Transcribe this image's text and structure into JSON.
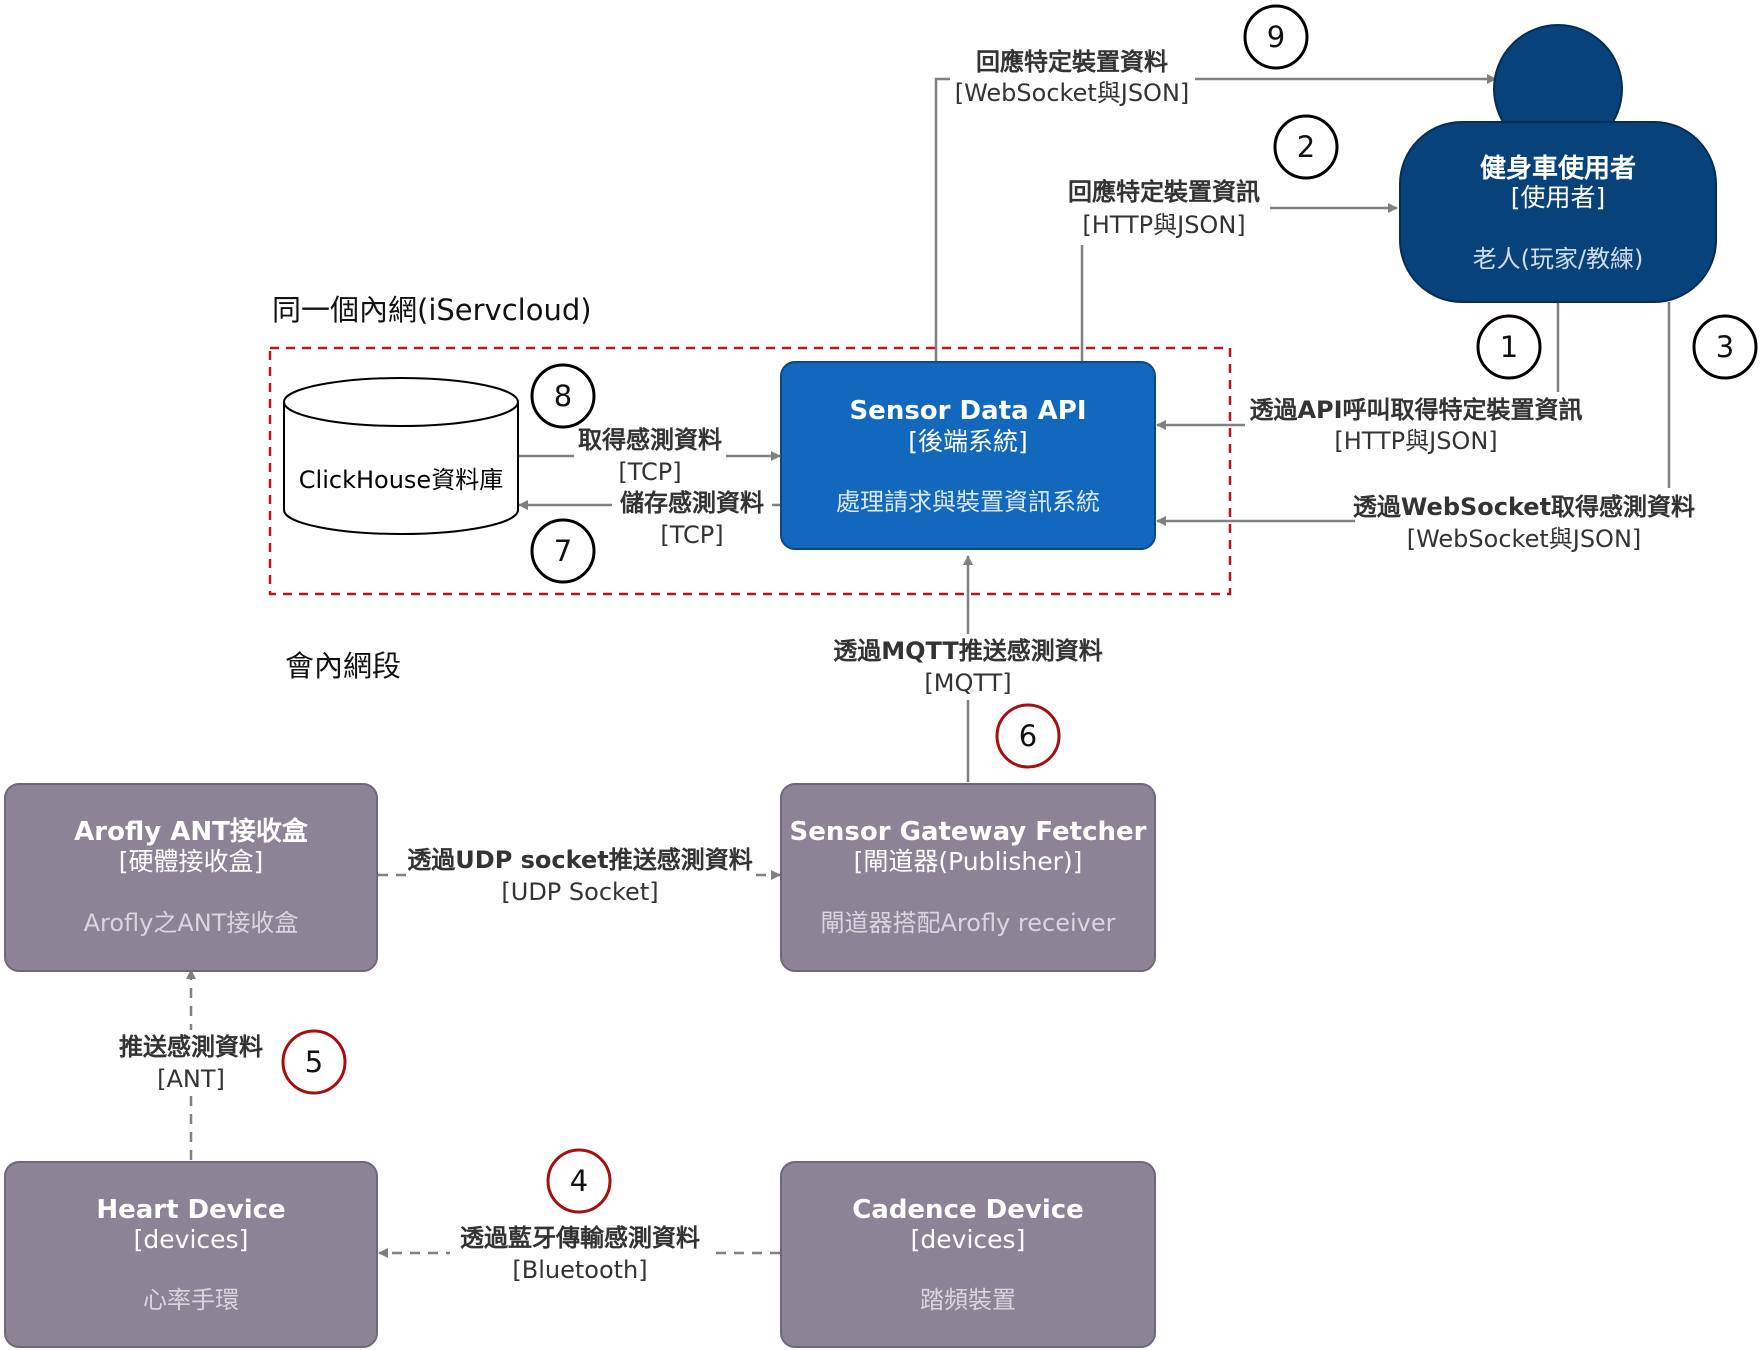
{
  "zones": {
    "intranet": "同一個內網(iServcloud)",
    "office": "會內網段"
  },
  "nodes": {
    "user": {
      "title": "健身車使用者",
      "type": "[使用者]",
      "desc": "老人(玩家/教練)"
    },
    "api": {
      "title": "Sensor Data API",
      "type": "[後端系統]",
      "desc": "處理請求與裝置資訊系統"
    },
    "db": {
      "title": "ClickHouse資料庫"
    },
    "gateway": {
      "title": "Sensor Gateway Fetcher",
      "type": "[閘道器(Publisher)]",
      "desc": "閘道器搭配Arofly receiver"
    },
    "arofly": {
      "title": "Arofly ANT接收盒",
      "type": "[硬體接收盒]",
      "desc": "Arofly之ANT接收盒"
    },
    "heart": {
      "title": "Heart Device",
      "type": "[devices]",
      "desc": "心率手環"
    },
    "cadence": {
      "title": "Cadence Device",
      "type": "[devices]",
      "desc": "踏頻裝置"
    }
  },
  "edges": {
    "e9": {
      "label": "回應特定裝置資料",
      "proto": "[WebSocket與JSON]",
      "step": "9"
    },
    "e2": {
      "label": "回應特定裝置資訊",
      "proto": "[HTTP與JSON]",
      "step": "2"
    },
    "e1": {
      "label_bold": "透過API呼叫取得特定裝置資訊",
      "proto": "[HTTP與JSON]",
      "step": "1"
    },
    "e3": {
      "label_bold": "透過WebSocket取得感測資料",
      "proto": "[WebSocket與JSON]",
      "step": "3"
    },
    "e8": {
      "label": "取得感測資料",
      "proto": "[TCP]",
      "step": "8"
    },
    "e7": {
      "label": "儲存感測資料",
      "proto": "[TCP]",
      "step": "7"
    },
    "e6": {
      "label_bold": "透過MQTT推送感測資料",
      "proto": "[MQTT]",
      "step": "6"
    },
    "eudp": {
      "label_bold": "透過UDP socket推送感測資料",
      "proto": "[UDP Socket]"
    },
    "e5": {
      "label": "推送感測資料",
      "proto": "[ANT]",
      "step": "5"
    },
    "e4": {
      "label": "透過藍牙傳輸感測資料",
      "proto": "[Bluetooth]",
      "step": "4"
    }
  },
  "colors": {
    "user_fill": "#08427b",
    "api_fill": "#1168bd",
    "device_fill": "#8c8496",
    "device_desc": "#d9d5de",
    "arrow": "#808080",
    "zone_border": "#c0141c",
    "step_black": "#000000",
    "step_red": "#a50f0f"
  }
}
